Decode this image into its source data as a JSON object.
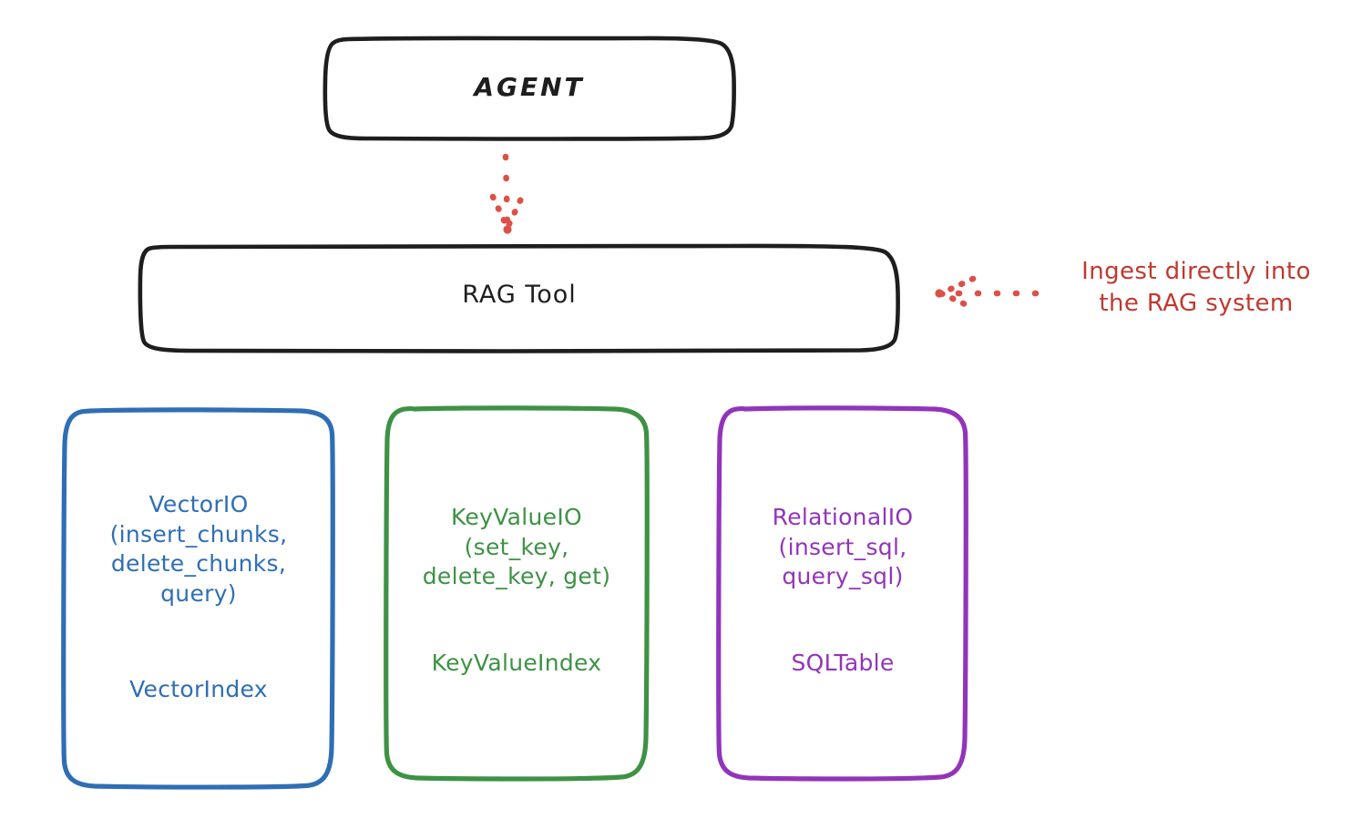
{
  "diagram": {
    "title": "RAG Tool storage abstraction diagram",
    "background": "#ffffff"
  },
  "colors": {
    "black": "#1e1e1e",
    "red": "#c0392f",
    "blue": "#2f6eb5",
    "green": "#3d9244",
    "purple": "#9234bb"
  },
  "nodes": {
    "agent": {
      "label": "AGENT",
      "stroke": "#1e1e1e"
    },
    "rag_tool": {
      "label": "RAG Tool",
      "stroke": "#1e1e1e"
    },
    "vector_io": {
      "label": "VectorIO\n(insert_chunks,\ndelete_chunks,\nquery)",
      "sub_label": "VectorIndex",
      "stroke": "#2f6eb5"
    },
    "key_value_io": {
      "label": "KeyValueIO\n(set_key,\ndelete_key, get)",
      "sub_label": "KeyValueIndex",
      "stroke": "#3d9244"
    },
    "relational_io": {
      "label": "RelationalIO\n(insert_sql,\nquery_sql)",
      "sub_label": "SQLTable",
      "stroke": "#9234bb"
    }
  },
  "annotations": {
    "ingest": {
      "text": "Ingest directly into\nthe RAG system",
      "color": "#c0392f"
    }
  },
  "connectors": [
    {
      "name": "agent-to-ragtool",
      "style": "dotted",
      "color": "#c0392f",
      "direction": "down",
      "from": "agent",
      "to": "rag_tool"
    },
    {
      "name": "annotation-to-ragtool",
      "style": "dotted",
      "color": "#c0392f",
      "direction": "left",
      "from": "ingest-annotation",
      "to": "rag_tool"
    }
  ]
}
